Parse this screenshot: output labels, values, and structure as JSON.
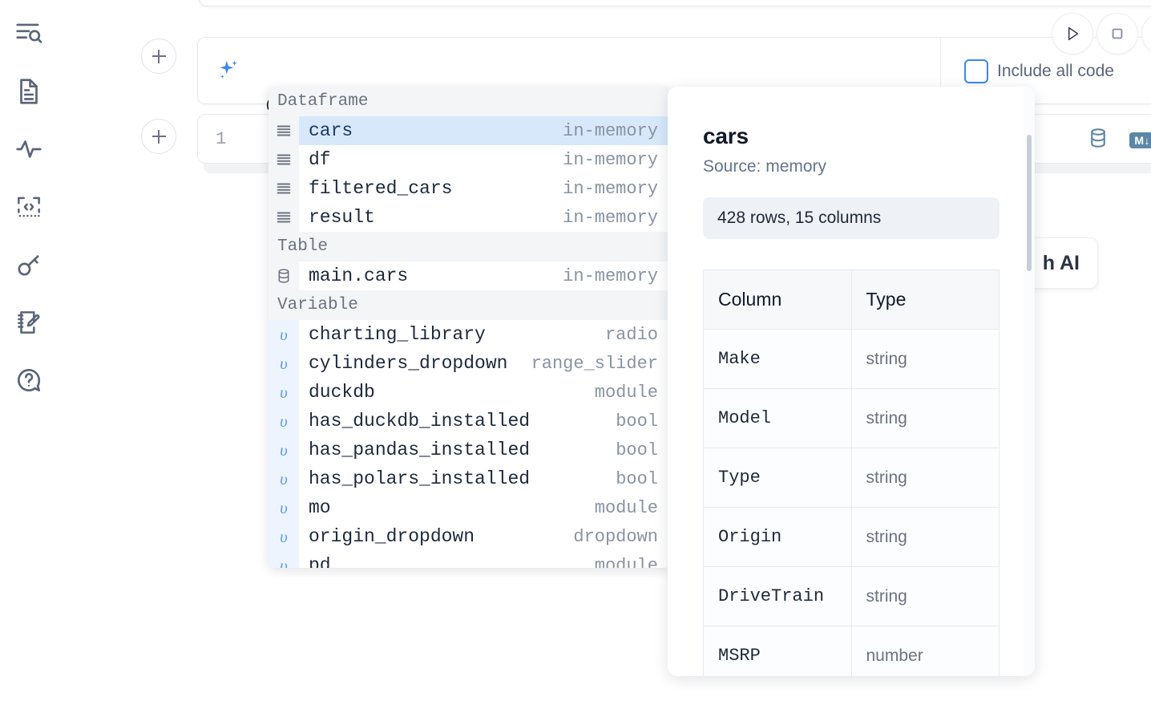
{
  "rail": {
    "items": [
      {
        "name": "explore-search-icon",
        "label": "Explore"
      },
      {
        "name": "file-text-icon",
        "label": "Notebook"
      },
      {
        "name": "activity-icon",
        "label": "Activity"
      },
      {
        "name": "code-brackets-icon",
        "label": "Snippets"
      },
      {
        "name": "key-icon",
        "label": "Secrets"
      },
      {
        "name": "scratchpad-edit-icon",
        "label": "Scratchpad"
      },
      {
        "name": "help-chat-icon",
        "label": "Help"
      }
    ]
  },
  "ai_cell": {
    "input_value": "@",
    "input_placeholder": "",
    "sparkle_icon": "sparkles-icon",
    "include_all_code_label": "Include all code",
    "include_all_code_checked": false
  },
  "toolbar": {
    "run_label": "Run",
    "run_icon": "play-icon",
    "stop_label": "Stop",
    "stop_icon": "square-icon",
    "add_cell_label": "Add cell"
  },
  "code_cell": {
    "line_number": "1",
    "database_icon": "database-icon",
    "markdown_badge": "M↓"
  },
  "ai_pill": {
    "label": "h AI"
  },
  "autocomplete": {
    "groups": [
      {
        "group_label": "Dataframe",
        "icon": "dataframe-rows-icon",
        "kind": "dataframe",
        "items": [
          {
            "name": "cars",
            "kind": "in-memory",
            "selected": true
          },
          {
            "name": "df",
            "kind": "in-memory",
            "selected": false
          },
          {
            "name": "filtered_cars",
            "kind": "in-memory",
            "selected": false
          },
          {
            "name": "result",
            "kind": "in-memory",
            "selected": false
          }
        ]
      },
      {
        "group_label": "Table",
        "icon": "database-icon",
        "kind": "table",
        "items": [
          {
            "name": "main.cars",
            "kind": "in-memory",
            "selected": false
          }
        ]
      },
      {
        "group_label": "Variable",
        "icon": "variable-upsilon-icon",
        "kind": "variable",
        "items": [
          {
            "name": "charting_library",
            "kind": "radio",
            "selected": false
          },
          {
            "name": "cylinders_dropdown",
            "kind": "range_slider",
            "selected": false
          },
          {
            "name": "duckdb",
            "kind": "module",
            "selected": false
          },
          {
            "name": "has_duckdb_installed",
            "kind": "bool",
            "selected": false
          },
          {
            "name": "has_pandas_installed",
            "kind": "bool",
            "selected": false
          },
          {
            "name": "has_polars_installed",
            "kind": "bool",
            "selected": false
          },
          {
            "name": "mo",
            "kind": "module",
            "selected": false
          },
          {
            "name": "origin_dropdown",
            "kind": "dropdown",
            "selected": false
          },
          {
            "name": "pd",
            "kind": "module",
            "selected": false
          }
        ]
      }
    ]
  },
  "preview": {
    "title": "cars",
    "source": "Source: memory",
    "stats": "428 rows, 15 columns",
    "columns_header": [
      "Column",
      "Type"
    ],
    "rows": [
      {
        "column": "Make",
        "type": "string"
      },
      {
        "column": "Model",
        "type": "string"
      },
      {
        "column": "Type",
        "type": "string"
      },
      {
        "column": "Origin",
        "type": "string"
      },
      {
        "column": "DriveTrain",
        "type": "string"
      },
      {
        "column": "MSRP",
        "type": "number"
      }
    ]
  },
  "colors": {
    "accent_blue": "#3f86ef",
    "selection_blue": "#d7e8fb",
    "variable_gutter": "#edf4fd",
    "group_header_bg": "#f4f5f7",
    "icon_slate": "#5b6579",
    "cell_icon": "#5c87a6"
  }
}
